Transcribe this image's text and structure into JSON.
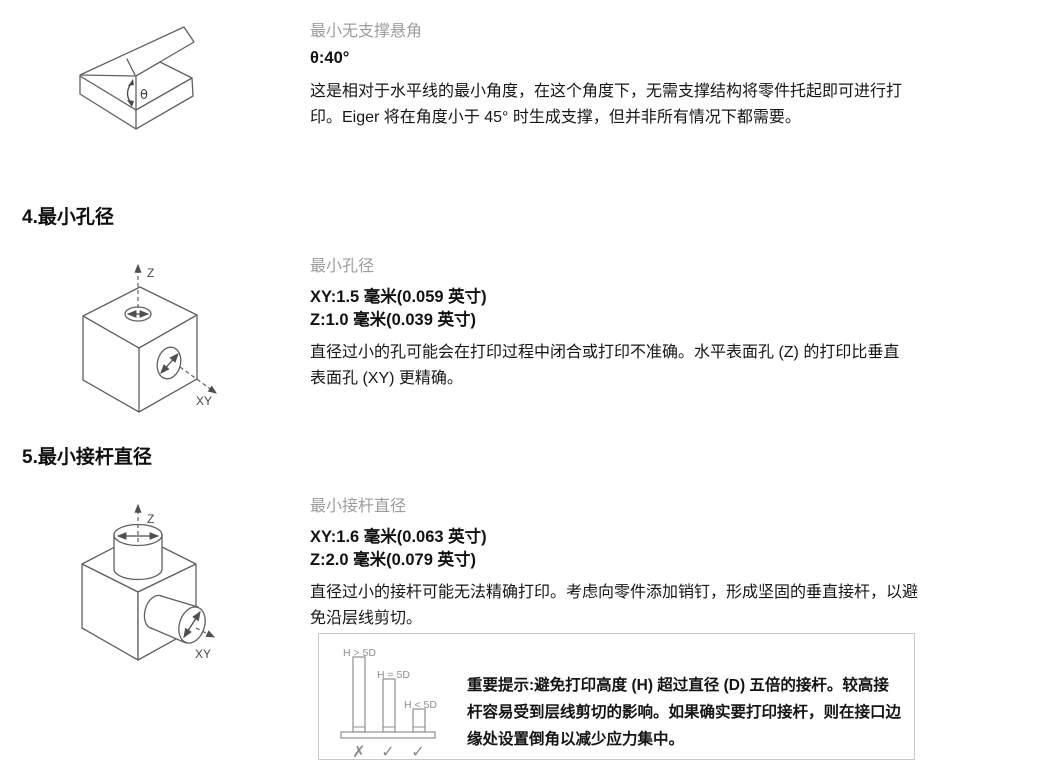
{
  "page": {
    "background": "#ffffff",
    "text_color": "#1a1a1a",
    "subtitle_color": "#9d9d9d",
    "figure_line_color": "#606060",
    "note_border_color": "#c9c9c9",
    "chart_gray": "#8f8f8f"
  },
  "sections": [
    {
      "subtitle": "最小无支撑悬角",
      "values": [
        "θ:40°"
      ],
      "body": "这是相对于水平线的最小角度，在这个角度下，无需支撑结构将零件托起即可进行打\n印。Eiger 将在角度小于 45° 时生成支撑，但并非所有情况下都需要。",
      "figure_labels": {
        "angle": "θ"
      }
    },
    {
      "heading": "4.最小孔径",
      "subtitle": "最小孔径",
      "values": [
        "XY:1.5 毫米(0.059 英寸)",
        "Z:1.0 毫米(0.039 英寸)"
      ],
      "body": "直径过小的孔可能会在打印过程中闭合或打印不准确。水平表面孔 (Z) 的打印比垂直\n表面孔 (XY) 更精确。",
      "figure_labels": {
        "z": "Z",
        "xy": "XY"
      }
    },
    {
      "heading": "5.最小接杆直径",
      "subtitle": "最小接杆直径",
      "values": [
        "XY:1.6 毫米(0.063 英寸)",
        "Z:2.0 毫米(0.079 英寸)"
      ],
      "body": "直径过小的接杆可能无法精确打印。考虑向零件添加销钉，形成坚固的垂直接杆，以避\n免沿层线剪切。",
      "figure_labels": {
        "z": "Z",
        "xy": "XY"
      },
      "note": {
        "text": "重要提示:避免打印高度 (H) 超过直径 (D) 五倍的接杆。较高接\n杆容易受到层线剪切的影响。如果确实要打印接杆，则在接口边\n缘处设置倒角以减少应力集中。",
        "chart": {
          "bars": [
            {
              "label": "H > 5D",
              "mark": "✗"
            },
            {
              "label": "H = 5D",
              "mark": "✓"
            },
            {
              "label": "H < 5D",
              "mark": "✓"
            }
          ]
        }
      }
    }
  ]
}
